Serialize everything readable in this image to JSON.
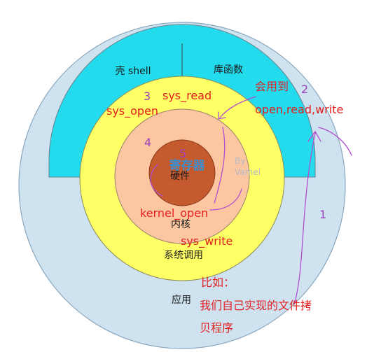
{
  "colors": {
    "outer_ring": "#cfe2f0",
    "shell_band": "#22dced",
    "syscall_ring": "#ffff66",
    "kernel_ring": "#fcc7a0",
    "hardware_core": "#c65a2f",
    "red_text": "#e41e1e",
    "purple_annot": "#9a3fb5",
    "register_blue": "#3a8fd0"
  },
  "layers": {
    "application": "应用",
    "shell": "壳 shell",
    "library": "库函数",
    "system_call": "系统调用",
    "kernel": "内核",
    "hardware": "硬件"
  },
  "annotations": {
    "register": "寄存器",
    "sys_read": "sys_read",
    "sys_open": "sys_open",
    "sys_write": "sys_write",
    "kernel_open": "kernel_open",
    "uses": "会用到",
    "library_calls": "open,read,write",
    "example_line1": "比如：",
    "example_line2": "我们自己实现的文件拷",
    "example_line3": "贝程序",
    "watermark_by": "By",
    "watermark_name": "Vamei"
  },
  "step_numbers": {
    "n1": "1",
    "n2": "2",
    "n3": "3",
    "n4": "4",
    "n5": "5"
  }
}
